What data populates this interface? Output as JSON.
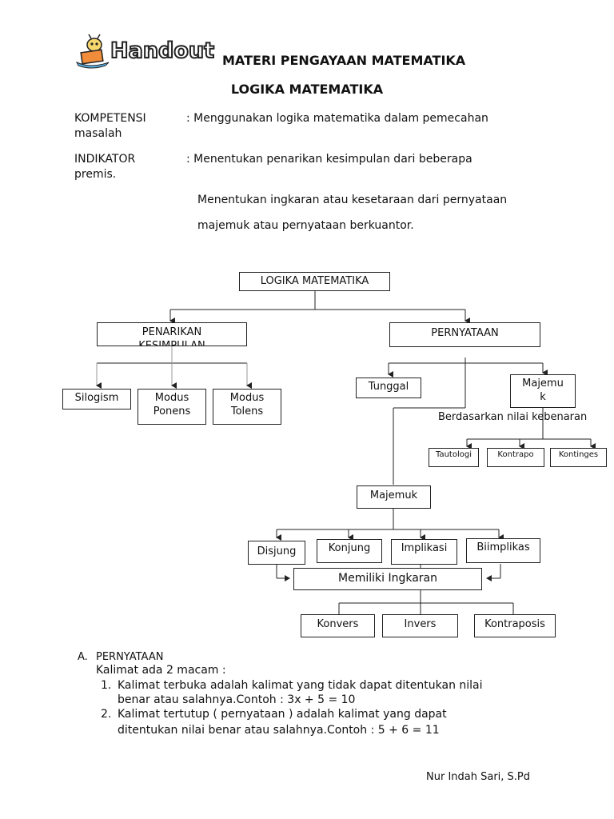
{
  "header": {
    "logo_word": "Handout",
    "title_line1": "MATERI PENGAYAAN MATEMATIKA",
    "title_line2": "LOGIKA MATEMATIKA"
  },
  "kompetensi": {
    "label": "KOMPETENSI",
    "text1": ": Menggunakan logika matematika dalam pemecahan",
    "text2": "masalah"
  },
  "indikator": {
    "label": "INDIKATOR",
    "text1": ": Menentukan penarikan kesimpulan dari beberapa",
    "text2": "premis.",
    "text3": "Menentukan ingkaran atau kesetaraan dari pernyataan",
    "text4": "majemuk atau pernyataan berkuantor."
  },
  "diagram": {
    "root": "LOGIKA MATEMATIKA",
    "penarikan": "PENARIKAN KESIMPULAN",
    "pernyataan": "PERNYATAAN",
    "silogisme": "Silogism",
    "modus_ponens_1": "Modus",
    "modus_ponens_2": "Ponens",
    "modus_tolens_1": "Modus",
    "modus_tolens_2": "Tolens",
    "tunggal": "Tunggal",
    "majemuk_top_1": "Majemu",
    "majemuk_top_2": "k",
    "berdasarkan": "Berdasarkan nilai kebenaran",
    "tautologi": "Tautologi",
    "kontradiksi": "Kontrapo",
    "kontingensi": "Kontinges",
    "majemuk": "Majemuk",
    "disjungsi": "Disjung",
    "konjungsi": "Konjung",
    "implikasi": "Implikasi",
    "biimplikasi": "Biimplikas",
    "ingkaran": "Memiliki Ingkaran",
    "konvers": "Konvers",
    "invers": "Invers",
    "kontraposisi": "Kontraposis"
  },
  "section_a": {
    "marker": "A.",
    "heading": "PERNYATAAN",
    "intro": "Kalimat ada 2 macam :",
    "item1_num": "1.",
    "item1_line1": "Kalimat terbuka adalah kalimat yang tidak dapat ditentukan nilai",
    "item1_line2": "benar atau salahnya.Contoh : 3x + 5 = 10",
    "item2_num": "2.",
    "item2_line1": "Kalimat tertutup ( pernyataan ) adalah kalimat yang dapat",
    "item2_line2": "ditentukan nilai benar atau salahnya.Contoh : 5 + 6 = 11"
  },
  "footer": {
    "author": "Nur Indah Sari, S.Pd"
  },
  "colors": {
    "text": "#111111",
    "line": "#222222"
  }
}
